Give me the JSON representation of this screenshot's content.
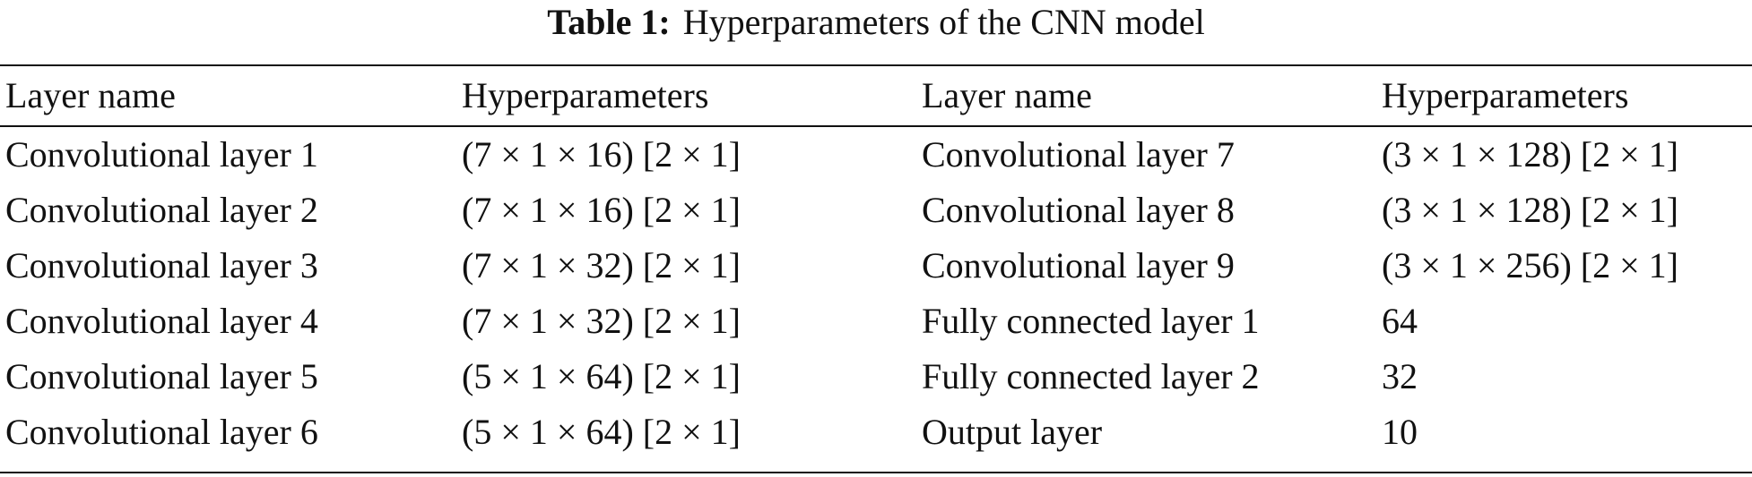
{
  "caption": {
    "label": "Table 1:",
    "text": "Hyperparameters of the CNN model"
  },
  "table": {
    "headers": [
      "Layer name",
      "Hyperparameters",
      "Layer name",
      "Hyperparameters"
    ],
    "rows": [
      [
        "Convolutional layer 1",
        "(7 × 1 × 16) [2 × 1]",
        "Convolutional layer 7",
        "(3 × 1 × 128) [2 × 1]"
      ],
      [
        "Convolutional layer 2",
        "(7 × 1 × 16) [2 × 1]",
        "Convolutional layer 8",
        "(3 × 1 × 128) [2 × 1]"
      ],
      [
        "Convolutional layer 3",
        "(7 × 1 × 32) [2 × 1]",
        "Convolutional layer 9",
        "(3 × 1 × 256) [2 × 1]"
      ],
      [
        "Convolutional layer 4",
        "(7 × 1 × 32) [2 × 1]",
        "Fully connected layer 1",
        "64"
      ],
      [
        "Convolutional layer 5",
        "(5 × 1 × 64) [2 × 1]",
        "Fully connected layer 2",
        "32"
      ],
      [
        "Convolutional layer 6",
        "(5 × 1 × 64) [2 × 1]",
        "Output layer",
        "10"
      ]
    ]
  }
}
